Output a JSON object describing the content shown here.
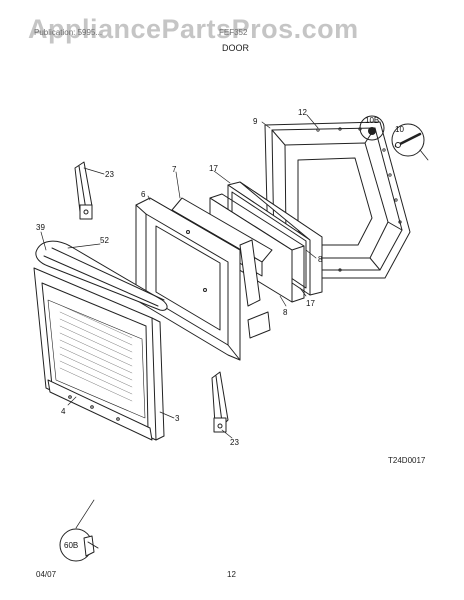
{
  "watermark": "AppliancePartsPros.com",
  "header": {
    "publication": "Publication: 5995...",
    "model": "FEF352",
    "section_title": "DOOR"
  },
  "diagram_code": "T24D0017",
  "footer": {
    "date": "04/07",
    "page": "12"
  },
  "callouts": {
    "c12": "12",
    "c9": "9",
    "c10b": "10B",
    "c10": "10",
    "c23a": "23",
    "c7": "7",
    "c17a": "17",
    "c6": "6",
    "c39": "39",
    "c52": "52",
    "c8a": "8",
    "c8b": "8",
    "c17b": "17",
    "c4": "4",
    "c3": "3",
    "c23b": "23",
    "c60b": "60B"
  },
  "colors": {
    "line": "#222222",
    "header_text": "#6f6f6f",
    "watermark": "#969696"
  }
}
